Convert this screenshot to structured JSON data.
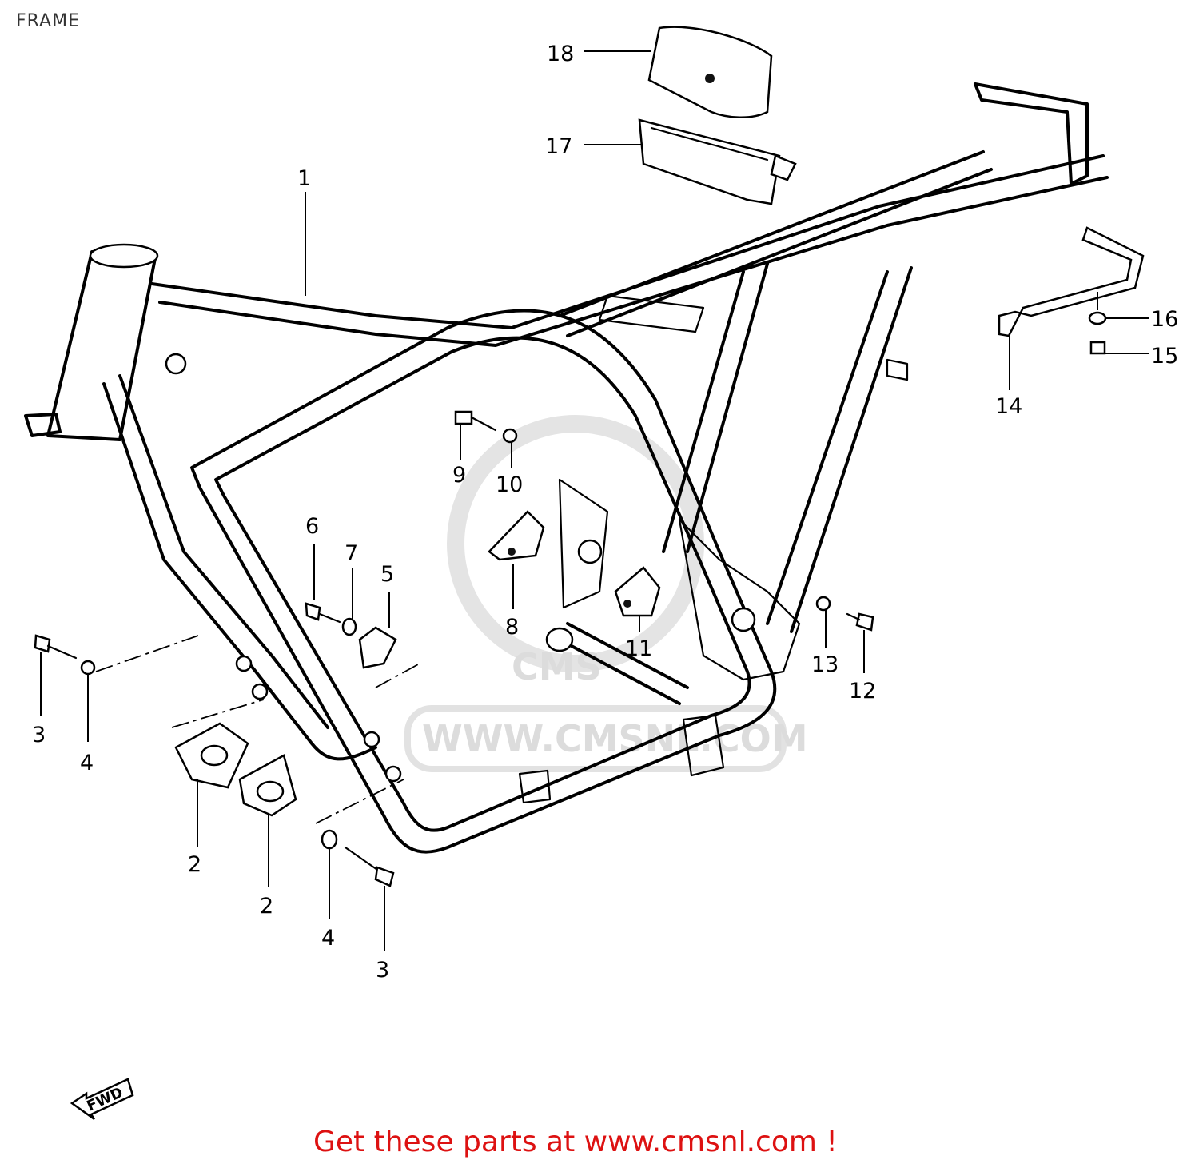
{
  "page": {
    "title": "FRAME"
  },
  "watermark": {
    "text": "WWW.CMSNL.COM",
    "logo_text": "CMS"
  },
  "direction_arrow": {
    "label": "FWD"
  },
  "callouts": [
    {
      "id": "c1",
      "label": "1"
    },
    {
      "id": "c2a",
      "label": "2"
    },
    {
      "id": "c2b",
      "label": "2"
    },
    {
      "id": "c3a",
      "label": "3"
    },
    {
      "id": "c3b",
      "label": "3"
    },
    {
      "id": "c4a",
      "label": "4"
    },
    {
      "id": "c4b",
      "label": "4"
    },
    {
      "id": "c5",
      "label": "5"
    },
    {
      "id": "c6",
      "label": "6"
    },
    {
      "id": "c7",
      "label": "7"
    },
    {
      "id": "c8",
      "label": "8"
    },
    {
      "id": "c9",
      "label": "9"
    },
    {
      "id": "c10",
      "label": "10"
    },
    {
      "id": "c11",
      "label": "11"
    },
    {
      "id": "c12",
      "label": "12"
    },
    {
      "id": "c13",
      "label": "13"
    },
    {
      "id": "c14",
      "label": "14"
    },
    {
      "id": "c15",
      "label": "15"
    },
    {
      "id": "c16",
      "label": "16"
    },
    {
      "id": "c17",
      "label": "17"
    },
    {
      "id": "c18",
      "label": "18"
    }
  ],
  "footer": {
    "text": "Get these parts at www.cmsnl.com !",
    "color": "#dd1111"
  }
}
